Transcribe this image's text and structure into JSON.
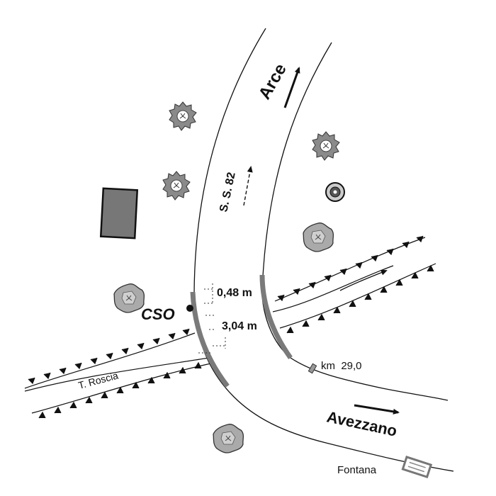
{
  "labels": {
    "arce": "Arce",
    "road": "S. S. 82",
    "cso": "CSO",
    "dist_upper": "0,48 m",
    "dist_lower": "3,04 m",
    "km": "km  29,0",
    "stream": "T. Roscia",
    "avezzano": "Avezzano",
    "fontana": "Fontana"
  },
  "colors": {
    "line": "#111111",
    "bridge": "#7a7a7a",
    "building": "#777777",
    "tree_dark": "#555555",
    "tree_light": "#a9a9a9",
    "background": "#ffffff"
  },
  "icons": {
    "trees": [
      "tree-icon",
      "shrub-icon"
    ],
    "well": "well-icon",
    "fountain": "fountain-icon",
    "direction": "arrow-icon"
  }
}
